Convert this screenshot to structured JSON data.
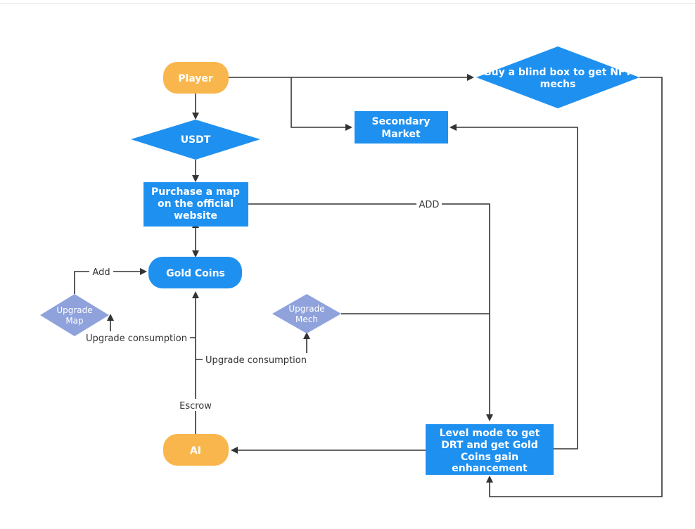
{
  "colors": {
    "blue": "#1e90f0",
    "orange": "#f9b64c",
    "light_purple": "#8fa2dc",
    "line": "#333333"
  },
  "nodes": {
    "player": "Player",
    "usdt": "USDT",
    "purchase_map": [
      "Purchase a map",
      "on the official",
      "website"
    ],
    "gold_coins": "Gold Coins",
    "upgrade_map": [
      "Upgrade",
      "Map"
    ],
    "upgrade_mech": [
      "Upgrade",
      "Mech"
    ],
    "ai": "AI",
    "secondary_market": [
      "Secondary",
      "Market"
    ],
    "blind_box": [
      "Buy a blind box to get NFT",
      "mechs"
    ],
    "level_mode": [
      "Level mode to get",
      "DRT and get Gold",
      "Coins gain",
      "enhancement"
    ]
  },
  "edge_labels": {
    "add_map": "Add",
    "add_level": "ADD",
    "upgrade_consumption_map": "Upgrade consumption",
    "upgrade_consumption_mech": "Upgrade consumption",
    "escrow": "Escrow"
  }
}
